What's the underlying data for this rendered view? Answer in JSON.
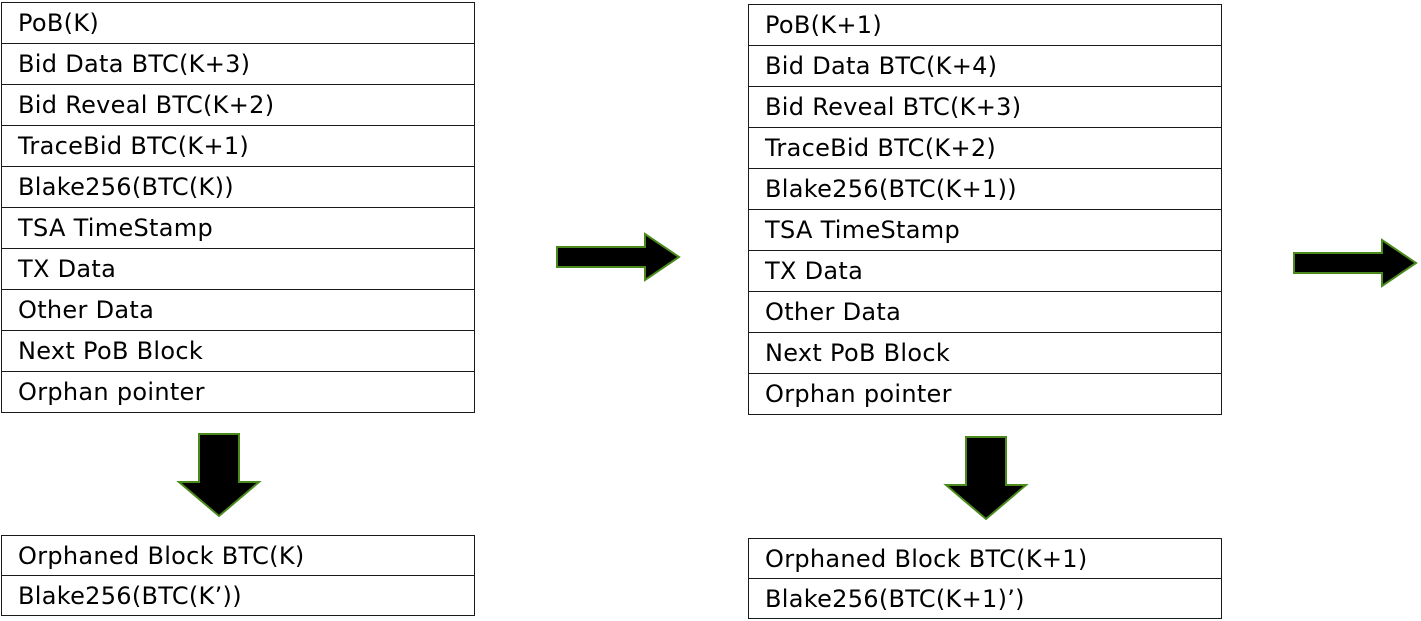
{
  "blocks": [
    {
      "rows": [
        "PoB(K)",
        "Bid Data BTC(K+3)",
        "Bid Reveal BTC(K+2)",
        "TraceBid BTC(K+1)",
        "Blake256(BTC(K))",
        "TSA TimeStamp",
        "TX Data",
        "Other Data",
        "Next PoB Block",
        "Orphan pointer"
      ],
      "orphan_rows": [
        "Orphaned Block BTC(K)",
        "Blake256(BTC(K’))"
      ]
    },
    {
      "rows": [
        "PoB(K+1)",
        "Bid Data BTC(K+4)",
        "Bid Reveal BTC(K+3)",
        "TraceBid BTC(K+2)",
        "Blake256(BTC(K+1))",
        "TSA TimeStamp",
        "TX Data",
        "Other Data",
        "Next PoB Block",
        "Orphan pointer"
      ],
      "orphan_rows": [
        "Orphaned Block BTC(K+1)",
        "Blake256(BTC(K+1)’)"
      ]
    }
  ],
  "colors": {
    "arrow_fill": "#000000",
    "arrow_outline": "#4a8a1c",
    "border": "#1a1a1a"
  }
}
